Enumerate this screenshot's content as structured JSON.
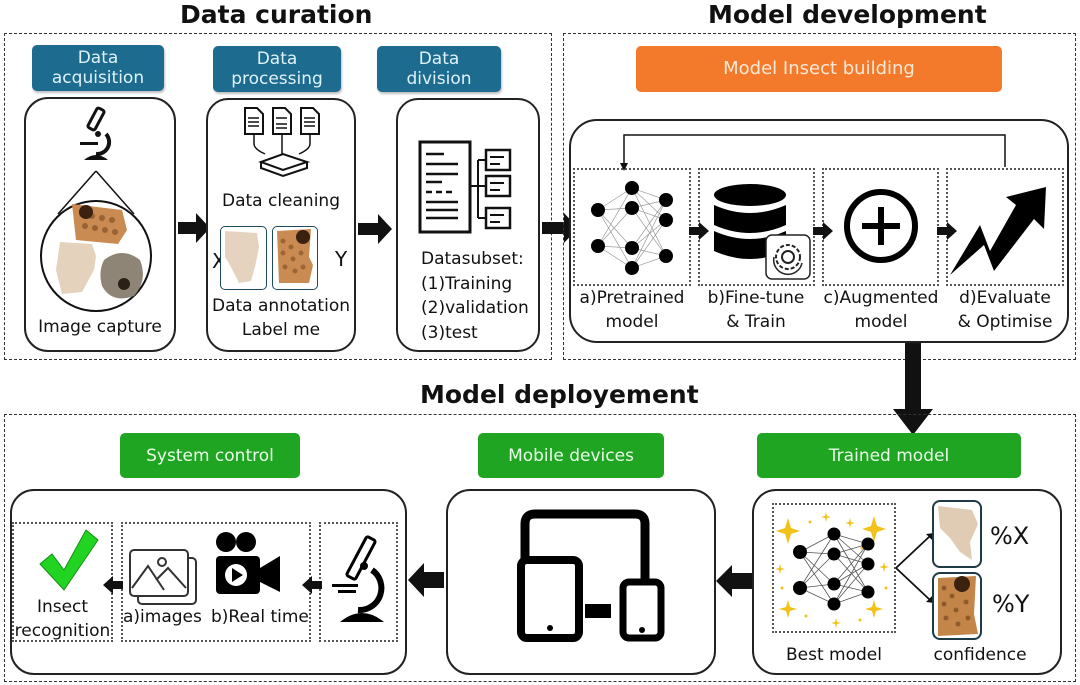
{
  "sections": {
    "data_curation": {
      "title": "Data curation",
      "steps": [
        {
          "badge": "Data\nacquisition",
          "badge_l1": "Data",
          "badge_l2": "acquisition",
          "caption": "Image capture",
          "icon": "microscope-icon"
        },
        {
          "badge_l1": "Data",
          "badge_l2": "processing",
          "caption_top": "Data cleaning",
          "caption_l1": "Data annotation",
          "caption_l2": "Label me",
          "label_x": "X",
          "label_y": "Y"
        },
        {
          "badge_l1": "Data",
          "badge_l2": "division",
          "list_title": "Datasubset:",
          "items": [
            "(1)Training",
            "(2)validation",
            "(3)test"
          ]
        }
      ]
    },
    "model_development": {
      "title": "Model development",
      "badge": "Model Insect building",
      "steps": [
        {
          "l1": "a)Pretrained",
          "l2": "model",
          "icon": "neural-network-icon"
        },
        {
          "l1": "b)Fine-tune",
          "l2": "& Train",
          "icon": "database-gear-icon"
        },
        {
          "l1": "c)Augmented",
          "l2": "model",
          "icon": "plus-circle-icon"
        },
        {
          "l1": "d)Evaluate",
          "l2": "& Optimise",
          "icon": "trend-up-arrow-icon"
        }
      ]
    },
    "model_deployment": {
      "title": "Model deployement",
      "stages": [
        {
          "badge": "System control",
          "insect": "Insect",
          "recognition": "recognition",
          "images": "a)images",
          "realtime": "b)Real time"
        },
        {
          "badge": "Mobile devices"
        },
        {
          "badge": "Trained model",
          "best": "Best model",
          "confidence": "confidence",
          "pct_x": "%X",
          "pct_y": "%Y"
        }
      ]
    }
  },
  "colors": {
    "curation_badge": "#1d6b8f",
    "development_badge": "#f37a2b",
    "deployment_badge": "#1fa521",
    "check": "#22d422",
    "sparkle": "#f2c21b"
  }
}
